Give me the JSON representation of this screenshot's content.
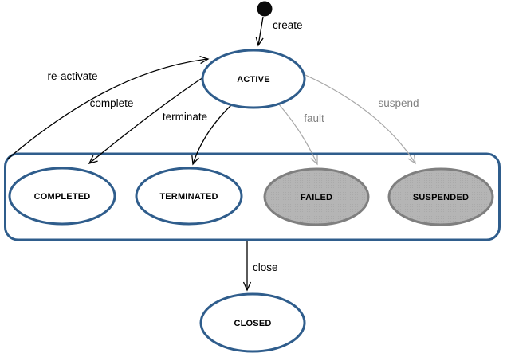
{
  "diagram": {
    "states": {
      "active": {
        "label": "ACTIVE",
        "style": "blue-outline"
      },
      "completed": {
        "label": "COMPLETED",
        "style": "blue-outline"
      },
      "terminated": {
        "label": "TERMINATED",
        "style": "blue-outline"
      },
      "failed": {
        "label": "FAILED",
        "style": "gray-filled"
      },
      "suspended": {
        "label": "SUSPENDED",
        "style": "gray-filled"
      },
      "closed": {
        "label": "CLOSED",
        "style": "blue-outline"
      }
    },
    "transitions": {
      "create": {
        "label": "create",
        "from": "initial",
        "to": "active",
        "color": "black"
      },
      "reactivate": {
        "label": "re-activate",
        "from": "group",
        "to": "active",
        "color": "black"
      },
      "complete": {
        "label": "complete",
        "from": "active",
        "to": "completed",
        "color": "black"
      },
      "terminate": {
        "label": "terminate",
        "from": "active",
        "to": "terminated",
        "color": "black"
      },
      "fault": {
        "label": "fault",
        "from": "active",
        "to": "failed",
        "color": "gray"
      },
      "suspend": {
        "label": "suspend",
        "from": "active",
        "to": "suspended",
        "color": "gray"
      },
      "close": {
        "label": "close",
        "from": "group",
        "to": "closed",
        "color": "black"
      }
    },
    "colors": {
      "state_border_blue": "#2F5D8C",
      "disabled_fill_gray": "#B5B5B5",
      "disabled_border_gray": "#7F7F7F",
      "arrow_black": "#000000",
      "arrow_gray": "#A8A8A8",
      "label_gray": "#808080",
      "initial_dot": "#0A0A0A",
      "background": "#FFFFFF"
    }
  }
}
